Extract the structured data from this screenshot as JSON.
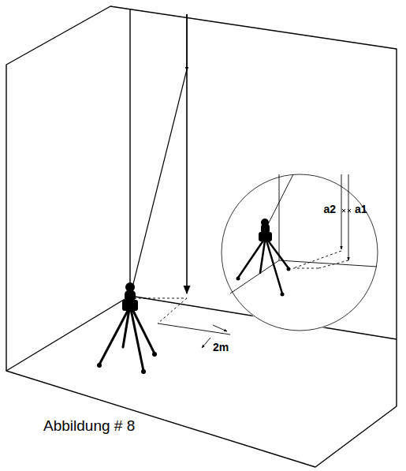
{
  "diagram": {
    "caption": "Abbildung # 8",
    "nodes": [
      {
        "text": [
          "a2",
          "a1"
        ]
      }
    ],
    "labels": [
      "2m"
    ]
  }
}
